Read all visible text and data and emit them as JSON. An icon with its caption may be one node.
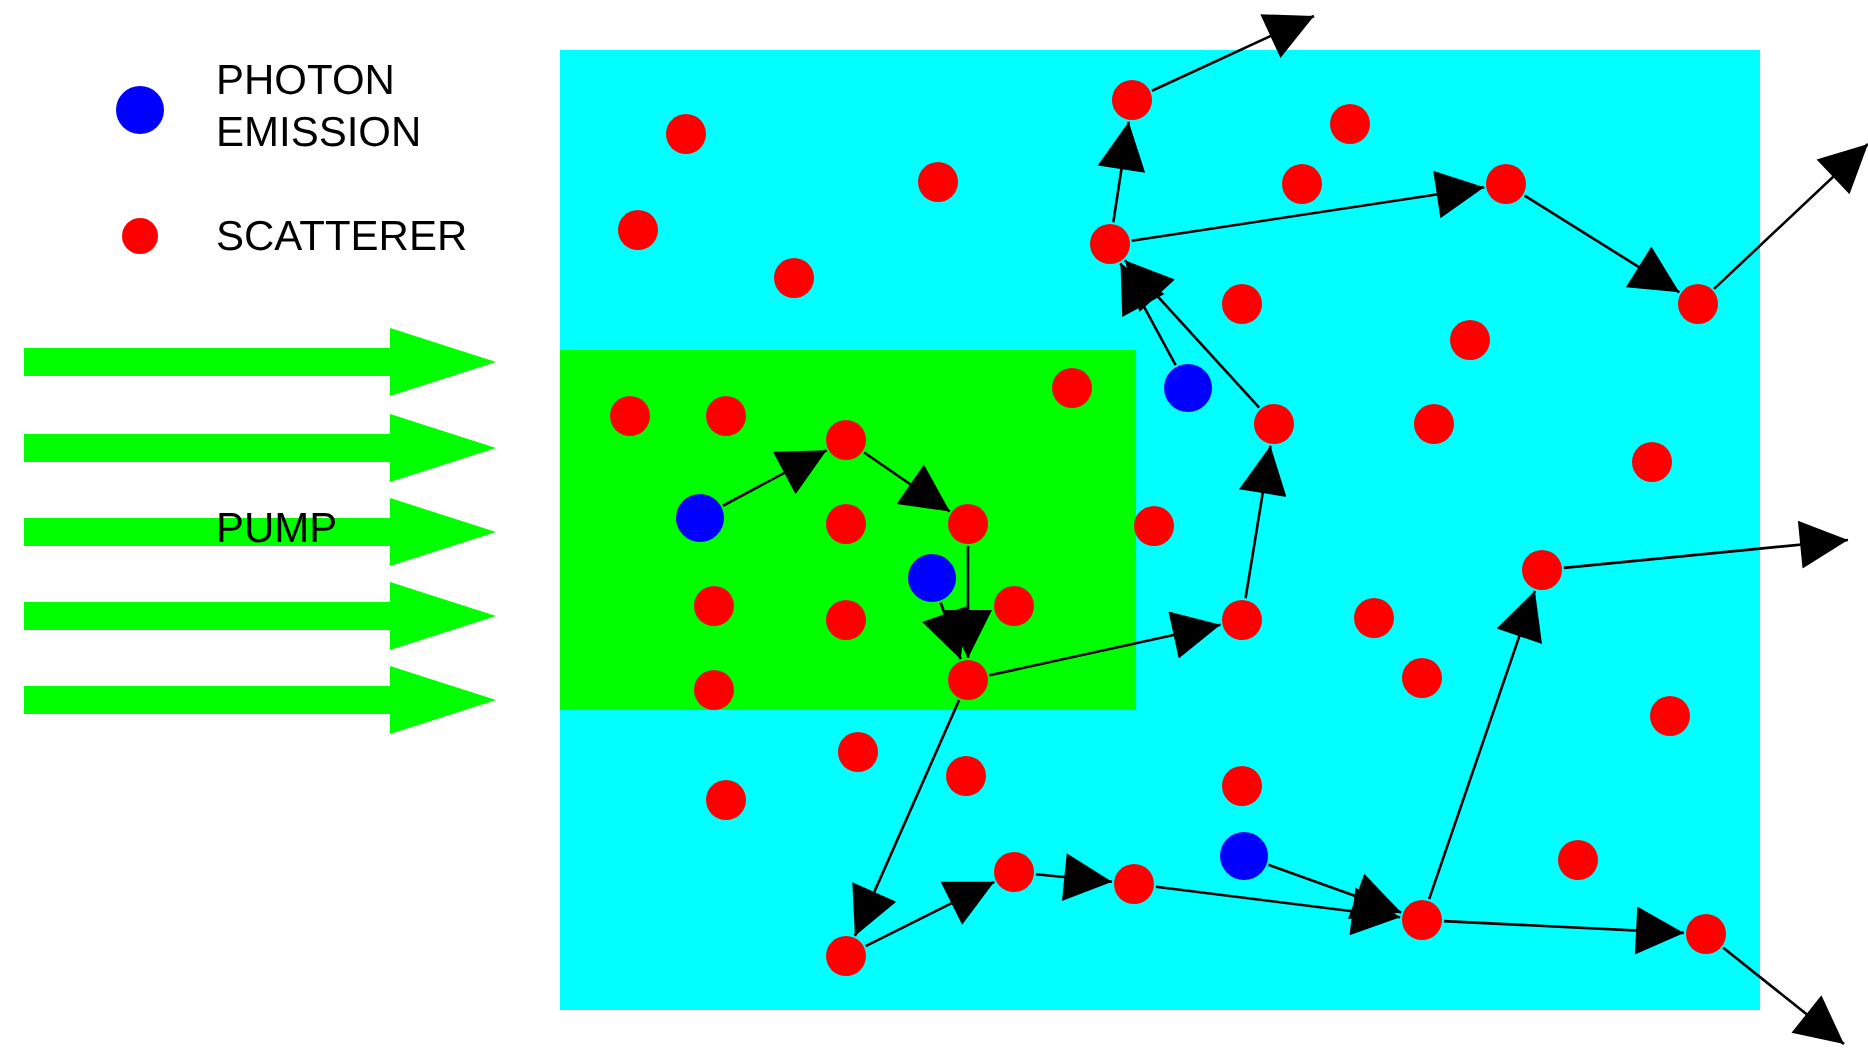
{
  "diagram": {
    "nodes": [
      {
        "text": [],
        "shape": "circle"
      },
      {
        "text": [],
        "shape": "circle"
      },
      {
        "text": [],
        "shape": "circle"
      },
      {
        "text": [],
        "shape": "circle"
      },
      {
        "text": [],
        "shape": "circle"
      },
      {
        "text": [],
        "shape": "circle"
      },
      {
        "text": [],
        "shape": "circle"
      },
      {
        "text": [],
        "shape": "circle"
      },
      {
        "text": [],
        "shape": "circle"
      },
      {
        "text": [],
        "shape": "circle"
      },
      {
        "text": [],
        "shape": "circle"
      },
      {
        "text": [],
        "shape": "circle"
      },
      {
        "text": [],
        "shape": "circle"
      },
      {
        "text": [],
        "shape": "circle"
      },
      {
        "text": [],
        "shape": "circle"
      },
      {
        "text": [],
        "shape": "circle"
      },
      {
        "text": [],
        "shape": "circle"
      },
      {
        "text": [],
        "shape": "circle"
      },
      {
        "text": [],
        "shape": "circle"
      }
    ],
    "edges": [
      {
        "from": 0,
        "to": 1,
        "arrow": "to"
      },
      {
        "from": 1,
        "to": 2,
        "arrow": "to"
      },
      {
        "from": 2,
        "to": 4,
        "arrow": "to"
      },
      {
        "from": 3,
        "to": 4,
        "arrow": "to"
      },
      {
        "from": 4,
        "to": 5,
        "arrow": "to"
      },
      {
        "from": 5,
        "to": 6,
        "arrow": "to"
      },
      {
        "from": 6,
        "to": 8,
        "arrow": "to"
      },
      {
        "from": 7,
        "to": 8,
        "arrow": "to"
      },
      {
        "from": 8,
        "to": 9,
        "arrow": "to"
      },
      {
        "from": 9,
        "to": null,
        "arrow": "to"
      },
      {
        "from": 8,
        "to": 10,
        "arrow": "to"
      },
      {
        "from": 10,
        "to": 11,
        "arrow": "to"
      },
      {
        "from": 11,
        "to": null,
        "arrow": "to"
      },
      {
        "from": 4,
        "to": 12,
        "arrow": "to"
      },
      {
        "from": 12,
        "to": 13,
        "arrow": "to"
      },
      {
        "from": 13,
        "to": 14,
        "arrow": "to"
      },
      {
        "from": 14,
        "to": 16,
        "arrow": "to"
      },
      {
        "from": 15,
        "to": 16,
        "arrow": "to"
      },
      {
        "from": 16,
        "to": 17,
        "arrow": "to"
      },
      {
        "from": 17,
        "to": null,
        "arrow": "to"
      },
      {
        "from": 16,
        "to": 18,
        "arrow": "to"
      },
      {
        "from": 18,
        "to": null,
        "arrow": "to"
      }
    ],
    "labels": [
      "PUMP"
    ],
    "legend": [
      {
        "text": "PHOTON EMISSION",
        "color": "#0000ff"
      },
      {
        "text": "SCATTERER",
        "color": "#ff0000"
      }
    ]
  }
}
